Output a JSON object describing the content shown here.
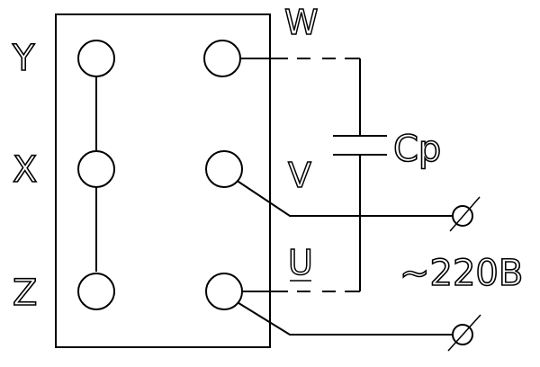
{
  "terminal_labels": {
    "y": "Y",
    "x": "X",
    "z": "Z",
    "w": "W",
    "v": "V",
    "u": "U"
  },
  "capacitor_label": "Cp",
  "supply_label": "~220B"
}
